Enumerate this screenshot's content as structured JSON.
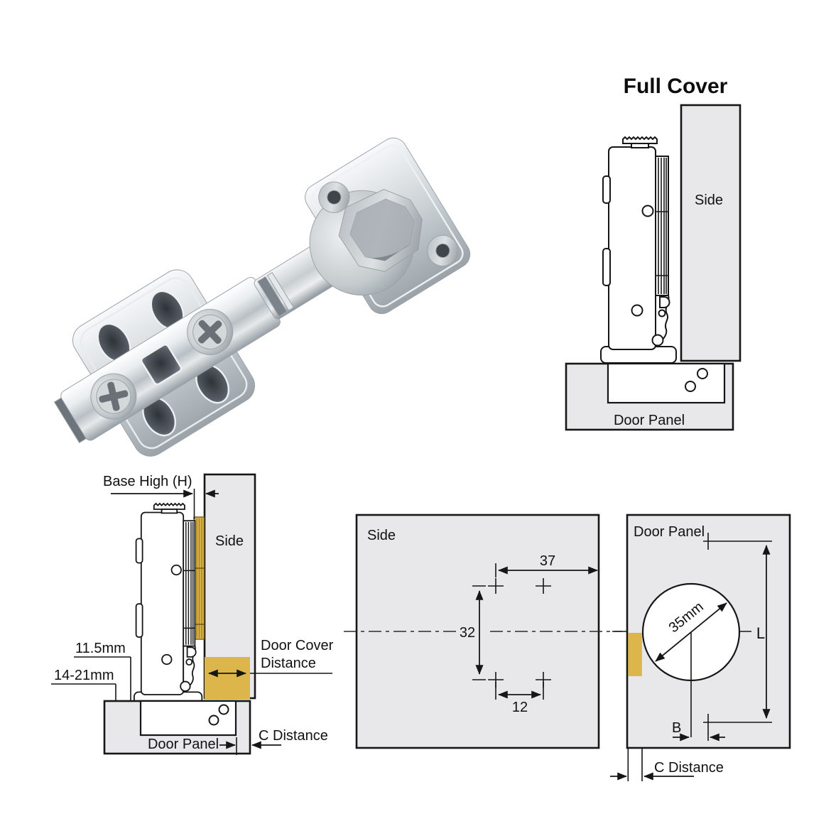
{
  "title": "Full Cover",
  "colors": {
    "gold": "#DCB64A",
    "panel": "#E8E8EA",
    "line": "#161616"
  },
  "full_cover": {
    "side": "Side",
    "door_panel": "Door Panel"
  },
  "section": {
    "base_high": "Base High (H)",
    "side": "Side",
    "depth_inner": "11.5mm",
    "depth_total": "14-21mm",
    "door_cover_1": "Door Cover",
    "door_cover_2": "Distance",
    "door_panel": "Door Panel",
    "c_distance": "C Distance"
  },
  "side_drill": {
    "side": "Side",
    "dim_edge": "37",
    "dim_vert": "32",
    "dim_horiz": "12"
  },
  "door_drill": {
    "door_panel": "Door Panel",
    "cup_dia": "35mm",
    "dim_l": "L",
    "dim_b": "B",
    "c_distance": "C Distance"
  }
}
